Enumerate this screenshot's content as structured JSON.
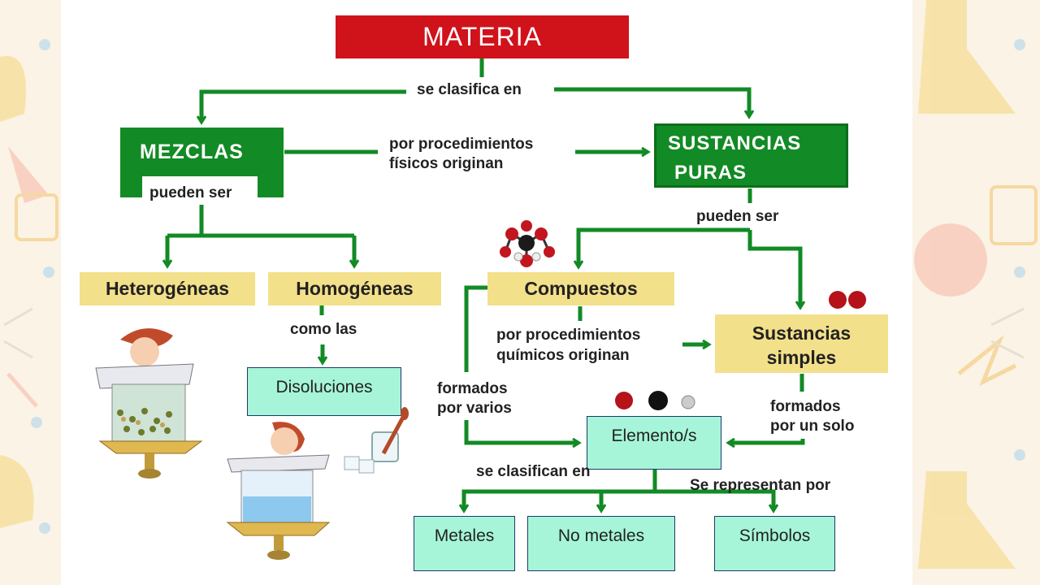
{
  "title": "MATERIA",
  "links": {
    "clasifica": "se clasifica en",
    "fisicos": [
      "por procedimientos",
      "físicos originan"
    ],
    "pueden_mezclas": "pueden ser",
    "pueden_sustancias": "pueden ser",
    "como_las": "como las",
    "quimicos": [
      "por procedimientos",
      "químicos originan"
    ],
    "formados_varios": [
      "formados",
      "por varios"
    ],
    "formados_solo": [
      "formados",
      "por un solo"
    ],
    "clasifican_en": "se clasifican en",
    "representan": "Se representan por"
  },
  "nodes": {
    "mezclas": "MEZCLAS",
    "sustancias_puras": [
      "SUSTANCIAS",
      "PURAS"
    ],
    "heterogeneas": "Heterogéneas",
    "homogeneas": "Homogéneas",
    "disoluciones": "Disoluciones",
    "compuestos": "Compuestos",
    "sustancias_simples": [
      "Sustancias",
      "simples"
    ],
    "elementos": "Elemento/s",
    "metales": "Metales",
    "no_metales": "No metales",
    "simbolos": "Símbolos"
  },
  "colors": {
    "red": "#d0121b",
    "green": "#128a25",
    "yellow": "#f3e08a",
    "mint": "#a6f5d9"
  },
  "illustrations": [
    "molecule-icon",
    "two-atoms-icon",
    "three-atoms-icon",
    "scientist-heterogeneous-mixture",
    "scientist-homogeneous-mixture",
    "glass-spoon-icon"
  ]
}
